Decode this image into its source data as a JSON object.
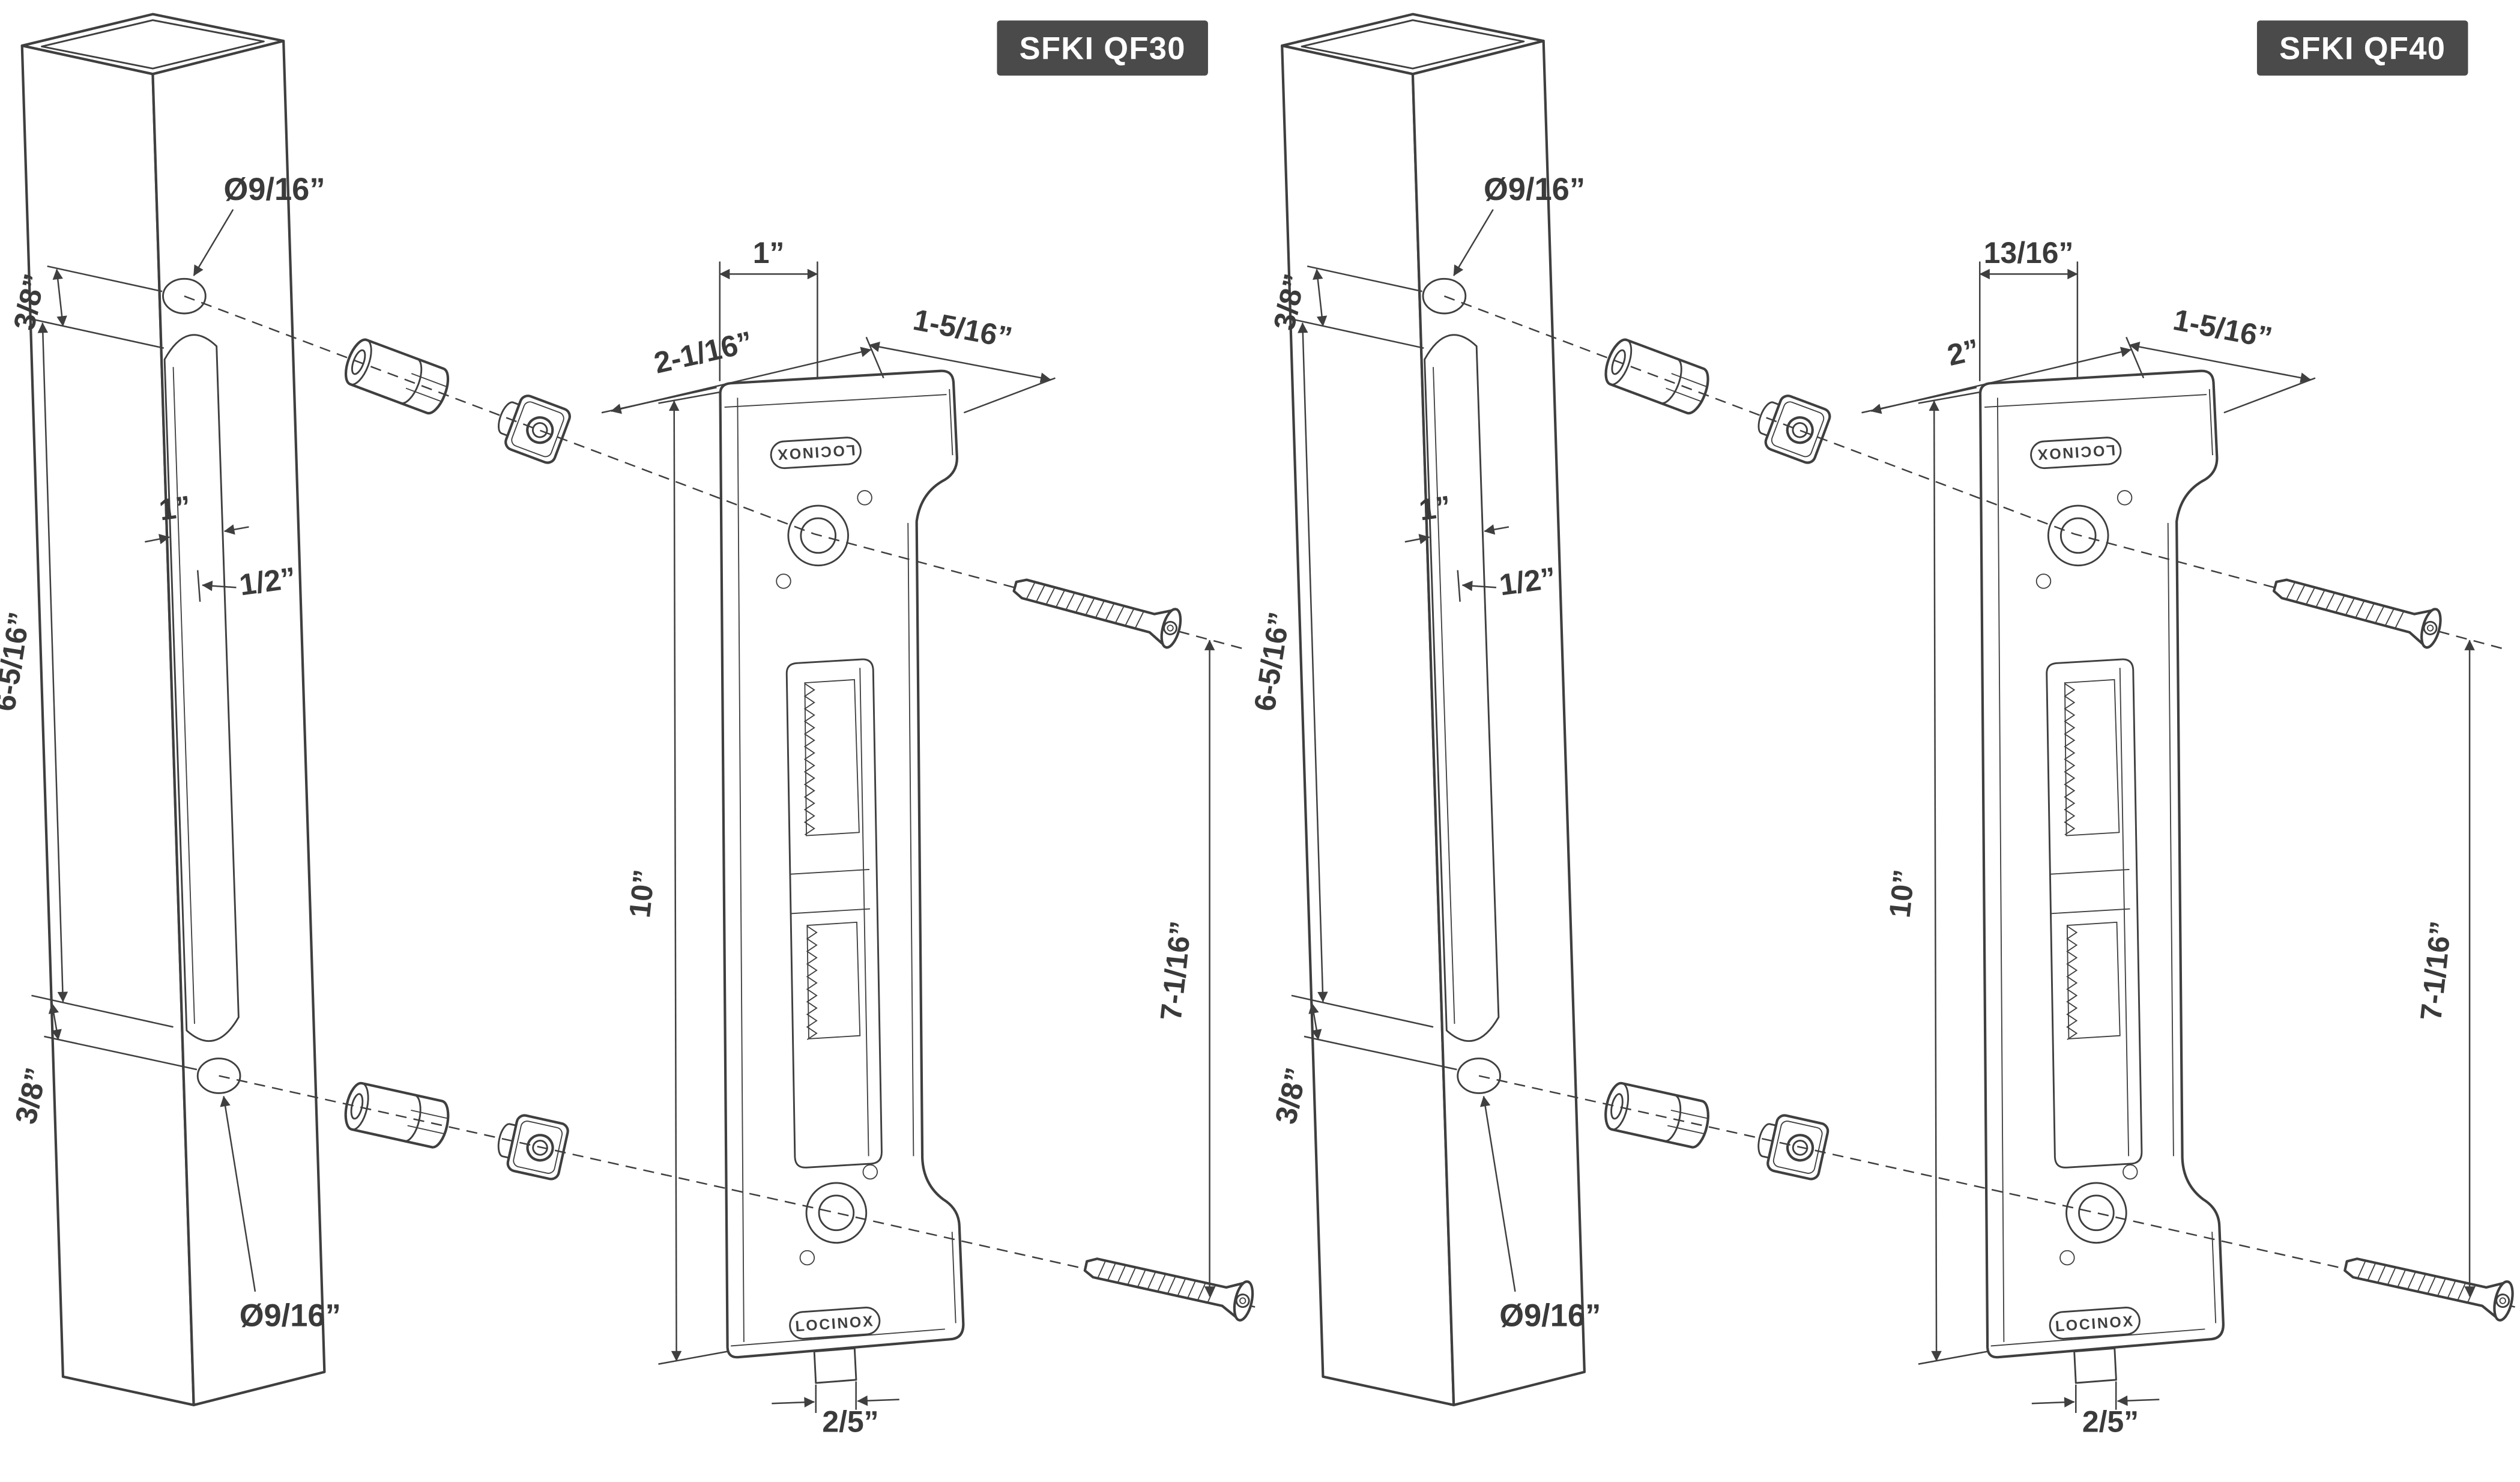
{
  "document": {
    "type": "technical-installation-drawing",
    "background": "#ffffff"
  },
  "brand": "LOCINOX",
  "colors": {
    "line": "#3f3f3f",
    "badge_bg": "#4a4a4a",
    "badge_text": "#ffffff"
  },
  "panels": [
    {
      "badge": "SFKI QF30",
      "dims": {
        "post_hole_dia_top": "Ø9/16”",
        "post_hole_offset_top": "3/8”",
        "post_slot_height": "6-5/16”",
        "post_slot_width": "1”",
        "post_slot_center": "1/2”",
        "post_hole_offset_bottom": "3/8”",
        "post_hole_dia_bottom": "Ø9/16”",
        "plate_edge_to_axis": "1”",
        "plate_width": "2-1/16”",
        "plate_wing_width": "1-5/16”",
        "plate_height": "10”",
        "screw_spacing": "7-1/16”",
        "plate_foot_width": "2/5”"
      }
    },
    {
      "badge": "SFKI QF40",
      "dims": {
        "post_hole_dia_top": "Ø9/16”",
        "post_hole_offset_top": "3/8”",
        "post_slot_height": "6-5/16”",
        "post_slot_width": "1”",
        "post_slot_center": "1/2”",
        "post_hole_offset_bottom": "3/8”",
        "post_hole_dia_bottom": "Ø9/16”",
        "plate_edge_to_axis": "13/16”",
        "plate_width": "2”",
        "plate_wing_width": "1-5/16”",
        "plate_height": "10”",
        "screw_spacing": "7-1/16”",
        "plate_foot_width": "2/5”"
      }
    }
  ]
}
